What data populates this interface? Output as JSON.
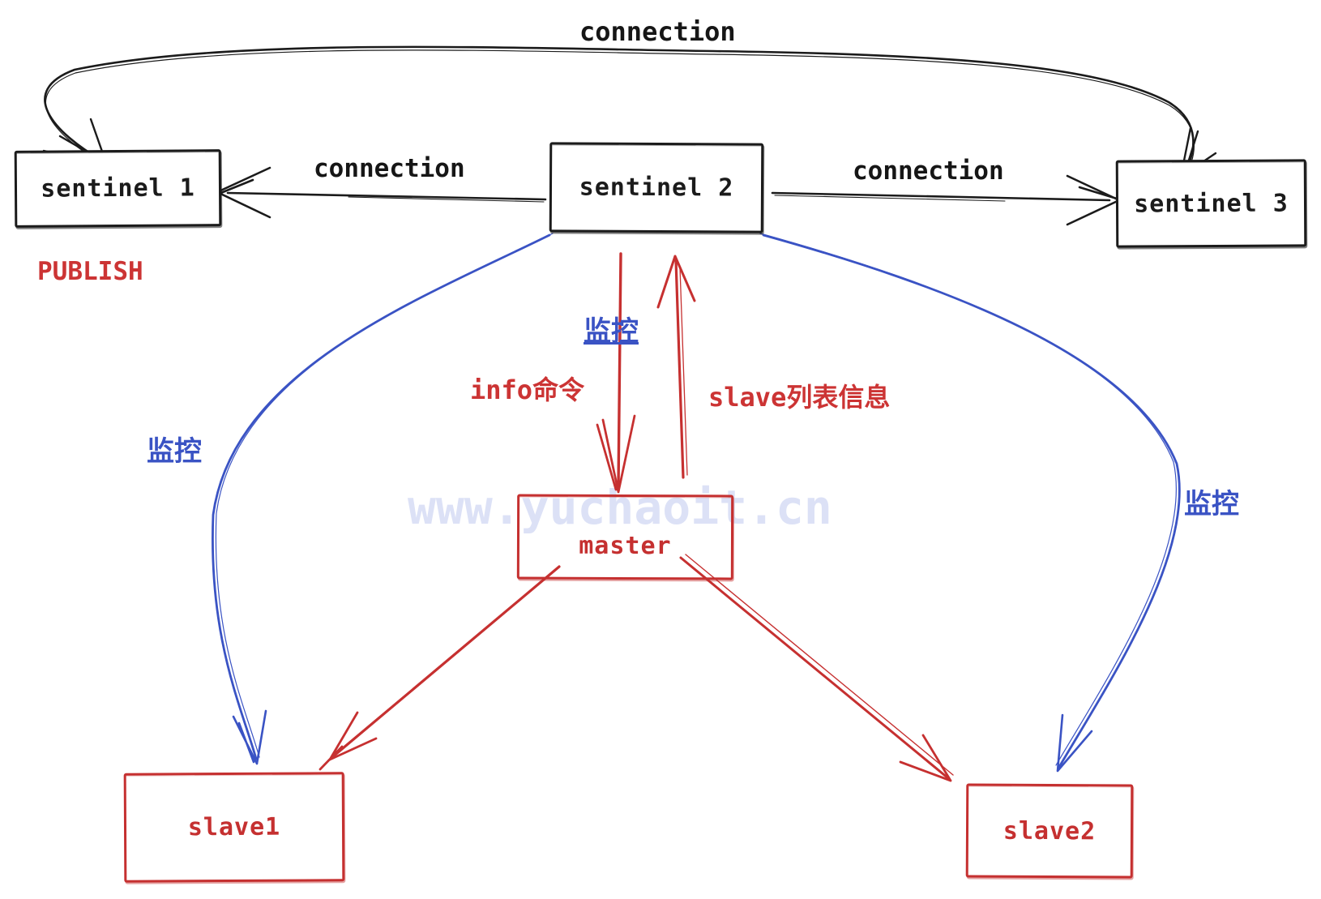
{
  "diagram": {
    "title_hint": "redis sentinel monitoring topology",
    "nodes": [
      {
        "id": "sentinel1",
        "label": "sentinel 1"
      },
      {
        "id": "sentinel2",
        "label": "sentinel 2"
      },
      {
        "id": "sentinel3",
        "label": "sentinel 3"
      },
      {
        "id": "master",
        "label": "master"
      },
      {
        "id": "slave1",
        "label": "slave1"
      },
      {
        "id": "slave2",
        "label": "slave2"
      }
    ],
    "edge_labels": {
      "connection_top": "connection",
      "connection_left": "connection",
      "connection_right": "connection",
      "publish": "PUBLISH",
      "monitor_center": "监控",
      "monitor_left": "监控",
      "monitor_right": "监控",
      "info_command": "info命令",
      "slave_list_info": "slave列表信息"
    },
    "watermark": "www.yuchaoit.cn",
    "colors": {
      "node_border_black": "#1b1b1b",
      "node_border_red": "#c53030",
      "edge_black": "#1b1b1b",
      "edge_red": "#c63030",
      "edge_blue": "#3a53c4",
      "watermark": "#dce1f6"
    }
  }
}
